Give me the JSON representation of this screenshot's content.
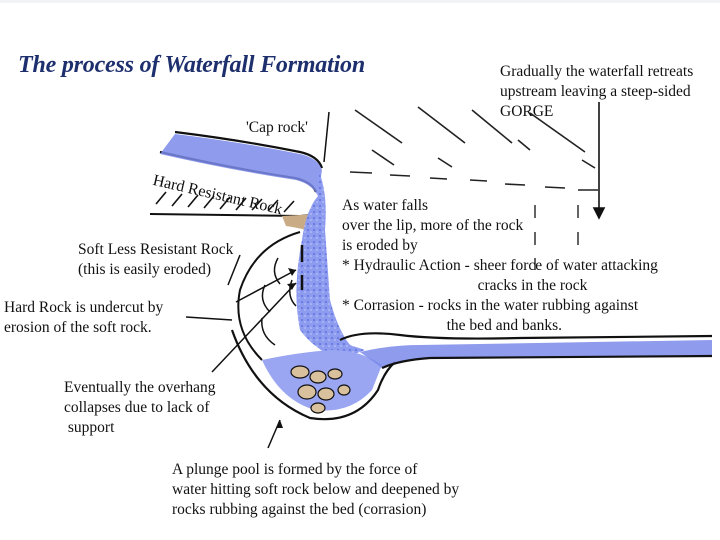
{
  "title": "The process of Waterfall Formation",
  "labels": {
    "gorge": "Gradually the waterfall retreats\nupstream leaving a steep-sided\nGORGE",
    "cap_rock": "'Cap rock'",
    "hard_rock": "Hard Resistant Rock",
    "water_falls": "As water falls\nover the lip, more of the rock\nis eroded by\n* Hydraulic Action - sheer force of water attacking\n                                   cracks in the rock\n* Corrasion - rocks in the water rubbing against\n                           the bed and banks.",
    "soft_rock": "Soft Less Resistant Rock\n(this is easily eroded)",
    "undercut": "Hard Rock is undercut by\nerosion of the soft rock.",
    "overhang": "Eventually the overhang\ncollapses due to lack of\n support",
    "plunge_pool": "A plunge pool is formed by the force of\nwater hitting soft rock below and deepened by\nrocks rubbing against the bed (corrasion)"
  },
  "colors": {
    "water": "#6e7ee8",
    "water_light": "#b9c1f5",
    "rock": "#c9ab86",
    "title": "#1e2f6e",
    "ink": "#111111"
  }
}
